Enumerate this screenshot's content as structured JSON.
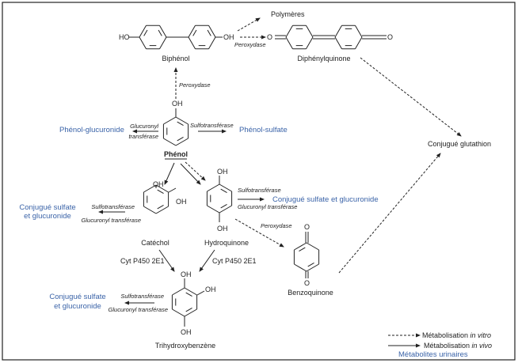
{
  "colors": {
    "metabolite_text": "#3a63a8",
    "line": "#222222"
  },
  "compounds": {
    "biphenol": "Biphénol",
    "diphenylquinone": "Diphénylquinone",
    "polymers": "Polymères",
    "phenol": "Phénol",
    "catechol": "Catéchol",
    "hydroquinone": "Hydroquinone",
    "benzoquinone": "Benzoquinone",
    "trihydroxybenzene": "Trihydroxybenzène",
    "glutathione": "Conjugué glutathion"
  },
  "atoms": {
    "ho": "HO",
    "oh": "OH",
    "o": "O"
  },
  "metabolites": {
    "phenol_glucuronide": "Phénol-glucuronide",
    "phenol_sulfate": "Phénol-sulfate",
    "conj_line1": "Conjugué sulfate",
    "conj_line2": "et glucuronide",
    "conj_full": "Conjugué sulfate et glucuronide"
  },
  "enzymes": {
    "peroxidase": "Peroxydase",
    "sulfo": "Sulfotransférase",
    "glucuronyl": "Glucuronyl",
    "transferase": "transférase",
    "glucuronyl_full": "Glucuronyl transférase",
    "cyp": "Cyt P450 2E1"
  },
  "legend": {
    "in_vitro_prefix": "Métabolisation ",
    "in_vitro_em": "in vitro",
    "in_vivo_prefix": "Métabolisation ",
    "in_vivo_em": "in vivo",
    "urinary": "Métabolites urinaires"
  }
}
